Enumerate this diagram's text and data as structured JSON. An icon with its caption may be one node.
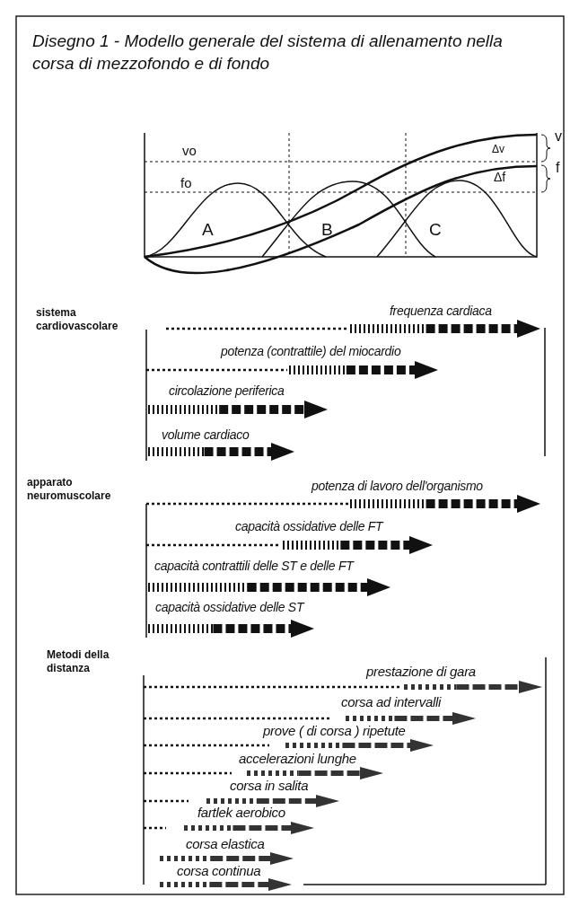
{
  "diagram": {
    "title": "Disegno 1 - Modello generale del sistema di allenamento nella corsa di mezzofondo e di fondo",
    "labels": [
      "v",
      "vo",
      "Δv",
      "f",
      "fo",
      "Δf",
      "A",
      "B",
      "C",
      "sistema cardiovascolare",
      "frequenza cardiaca",
      "potenza (contrattile) del miocardio",
      "circolazione periferica",
      "volume cardiaco",
      "apparato neuromuscolare",
      "potenza di lavoro dell'organismo",
      "capacità ossidative delle FT",
      "capacità contrattili delle ST e delle FT",
      "capacità ossidative delle ST",
      "Metodi della distanza",
      "prestazione di gara",
      "corsa ad intervalli",
      "prove ( di corsa ) ripetute",
      "accelerazioni lunghe",
      "corsa in salita",
      "fartlek aerobico",
      "corsa elastica",
      "corsa continua"
    ]
  }
}
